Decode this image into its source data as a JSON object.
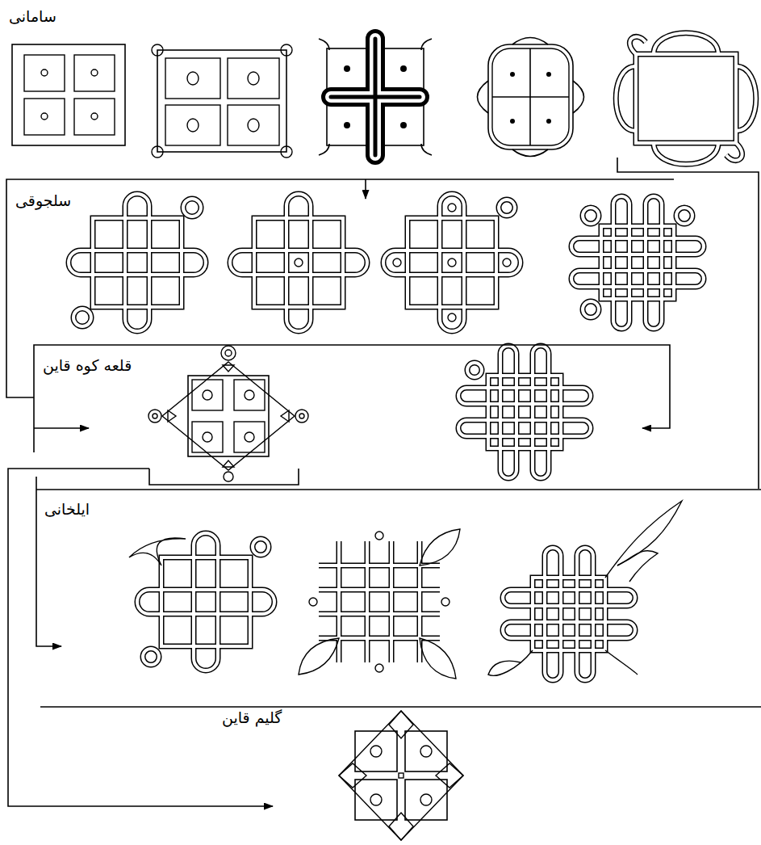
{
  "diagram": {
    "labels": [
      "سامانی",
      "سلجوقی",
      "قلعه کوه قاین",
      "ایلخانی",
      "گلیم قاین"
    ]
  }
}
